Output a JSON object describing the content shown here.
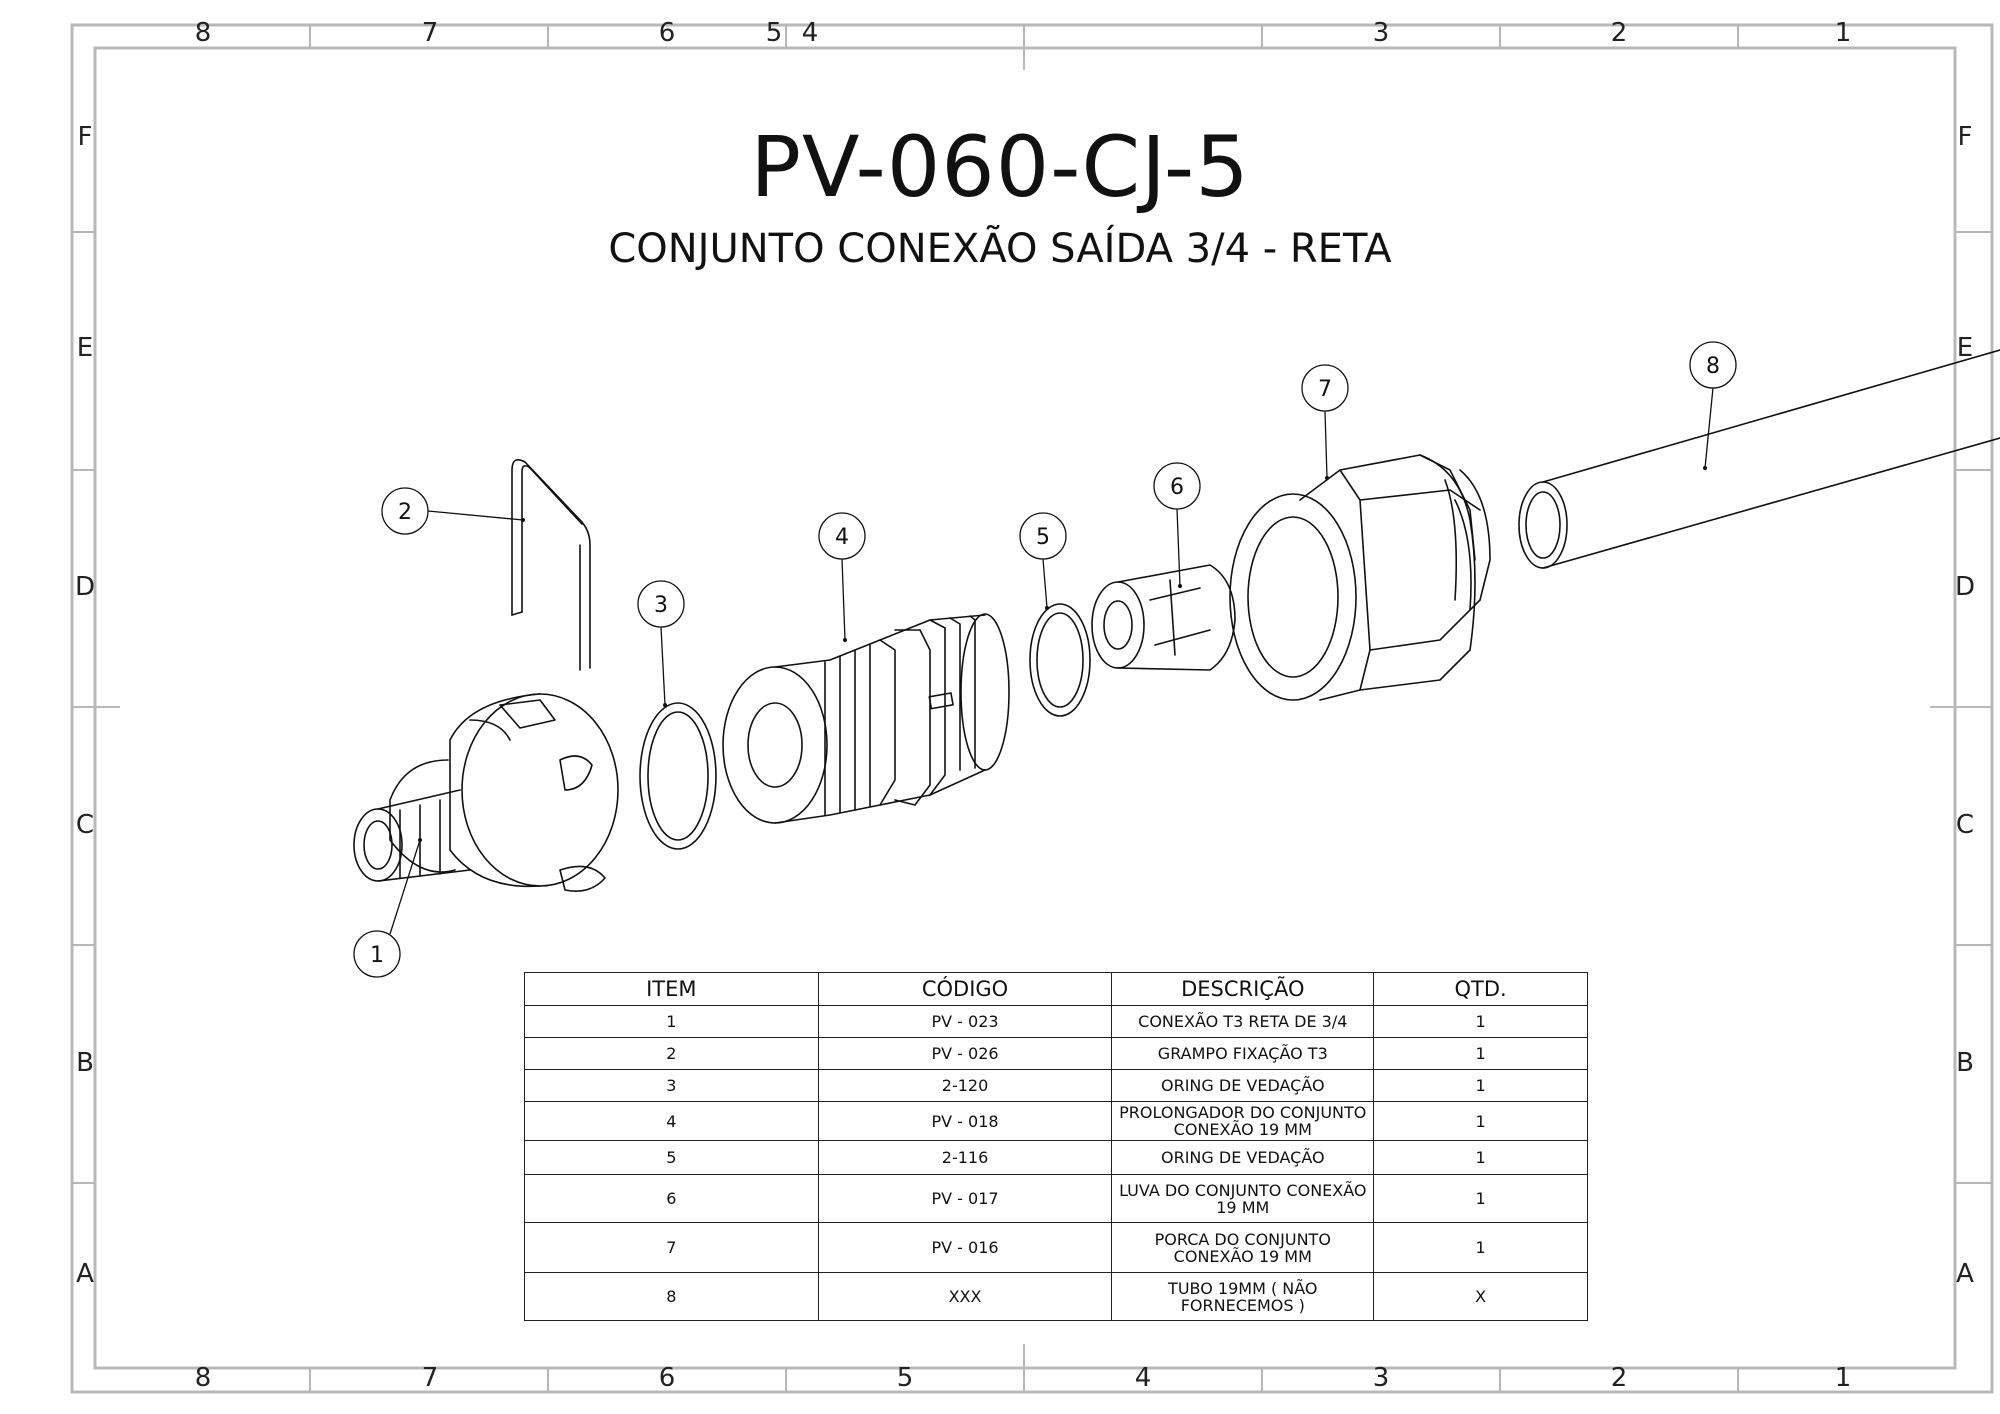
{
  "title": "PV-060-CJ-5",
  "subtitle": "CONJUNTO CONEXÃO SAÍDA 3/4 - RETA",
  "zones": {
    "top": [
      "8",
      "7",
      "6",
      "5",
      "4",
      "3",
      "2",
      "1"
    ],
    "bottom": [
      "8",
      "7",
      "6",
      "5",
      "4",
      "3",
      "2",
      "1"
    ],
    "rows": [
      "F",
      "E",
      "D",
      "C",
      "B",
      "A"
    ]
  },
  "balloons": [
    "1",
    "2",
    "3",
    "4",
    "5",
    "6",
    "7",
    "8"
  ],
  "bom": {
    "headers": [
      "ITEM",
      "CÓDIGO",
      "DESCRIÇÃO",
      "QTD."
    ],
    "rows": [
      {
        "item": "1",
        "codigo": "PV - 023",
        "descricao": "CONEXÃO T3 RETA DE 3/4",
        "qtd": "1"
      },
      {
        "item": "2",
        "codigo": "PV - 026",
        "descricao": "GRAMPO FIXAÇÃO T3",
        "qtd": "1"
      },
      {
        "item": "3",
        "codigo": "2-120",
        "descricao": "ORING DE VEDAÇÃO",
        "qtd": "1"
      },
      {
        "item": "4",
        "codigo": "PV - 018",
        "descricao": "PROLONGADOR DO CONJUNTO CONEXÃO 19 MM",
        "qtd": "1"
      },
      {
        "item": "5",
        "codigo": "2-116",
        "descricao": "ORING DE VEDAÇÃO",
        "qtd": "1"
      },
      {
        "item": "6",
        "codigo": "PV - 017",
        "descricao": "LUVA DO CONJUNTO CONEXÃO 19 MM",
        "qtd": "1"
      },
      {
        "item": "7",
        "codigo": "PV - 016",
        "descricao": "PORCA DO CONJUNTO CONEXÃO 19 MM",
        "qtd": "1"
      },
      {
        "item": "8",
        "codigo": "XXX",
        "descricao": "TUBO 19MM ( NÃO FORNECEMOS )",
        "qtd": "X"
      }
    ]
  }
}
